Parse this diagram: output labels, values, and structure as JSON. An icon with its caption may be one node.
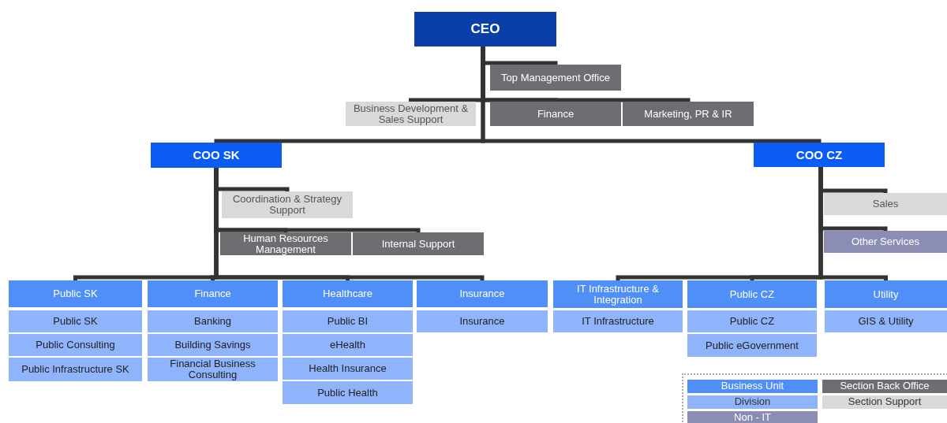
{
  "diagram": {
    "nodes": [
      {
        "text": [
          "CEO"
        ]
      },
      {
        "text": [
          "Top Management Office"
        ]
      },
      {
        "text": [
          "Business Development & Sales Support"
        ]
      },
      {
        "text": [
          "Finance"
        ]
      },
      {
        "text": [
          "Marketing, PR & IR"
        ]
      },
      {
        "text": [
          "COO SK"
        ]
      },
      {
        "text": [
          "COO CZ"
        ]
      },
      {
        "text": [
          "Coordination & Strategy Support"
        ]
      },
      {
        "text": [
          "Human Resources Management"
        ]
      },
      {
        "text": [
          "Internal Support"
        ]
      },
      {
        "text": [
          "Sales"
        ]
      },
      {
        "text": [
          "Other Services"
        ]
      },
      {
        "text": [
          "Public SK"
        ]
      },
      {
        "text": [
          "Public SK"
        ]
      },
      {
        "text": [
          "Public Consulting"
        ]
      },
      {
        "text": [
          "Public Infrastructure SK"
        ]
      },
      {
        "text": [
          "Finance"
        ]
      },
      {
        "text": [
          "Banking"
        ]
      },
      {
        "text": [
          "Building Savings"
        ]
      },
      {
        "text": [
          "Financial Business Consulting"
        ]
      },
      {
        "text": [
          "Healthcare"
        ]
      },
      {
        "text": [
          "Public BI"
        ]
      },
      {
        "text": [
          "eHealth"
        ]
      },
      {
        "text": [
          "Health Insurance"
        ]
      },
      {
        "text": [
          "Public Health"
        ]
      },
      {
        "text": [
          "Insurance"
        ]
      },
      {
        "text": [
          "Insurance"
        ]
      },
      {
        "text": [
          "IT Infrastructure & Integration"
        ]
      },
      {
        "text": [
          "IT Infrastructure"
        ]
      },
      {
        "text": [
          "Public CZ"
        ]
      },
      {
        "text": [
          "Public CZ"
        ]
      },
      {
        "text": [
          "Public eGovernment"
        ]
      },
      {
        "text": [
          "Utility"
        ]
      },
      {
        "text": [
          "GIS & Utility"
        ]
      }
    ],
    "edges": [
      {
        "from": 0,
        "to": 1,
        "arrow": "none"
      },
      {
        "from": 0,
        "to": 2,
        "arrow": "none"
      },
      {
        "from": 0,
        "to": 3,
        "arrow": "none"
      },
      {
        "from": 0,
        "to": 4,
        "arrow": "none"
      },
      {
        "from": 0,
        "to": 5,
        "arrow": "none"
      },
      {
        "from": 0,
        "to": 6,
        "arrow": "none"
      },
      {
        "from": 5,
        "to": 7,
        "arrow": "none"
      },
      {
        "from": 5,
        "to": 8,
        "arrow": "none"
      },
      {
        "from": 5,
        "to": 9,
        "arrow": "none"
      },
      {
        "from": 5,
        "to": 12,
        "arrow": "none"
      },
      {
        "from": 5,
        "to": 16,
        "arrow": "none"
      },
      {
        "from": 5,
        "to": 20,
        "arrow": "none"
      },
      {
        "from": 5,
        "to": 25,
        "arrow": "none"
      },
      {
        "from": 6,
        "to": 10,
        "arrow": "none"
      },
      {
        "from": 6,
        "to": 11,
        "arrow": "none"
      },
      {
        "from": 6,
        "to": 27,
        "arrow": "none"
      },
      {
        "from": 6,
        "to": 29,
        "arrow": "none"
      },
      {
        "from": 6,
        "to": 32,
        "arrow": "none"
      }
    ],
    "legend": [
      {
        "text": "Business Unit",
        "color": "#4f8ff7"
      },
      {
        "text": "Section Back Office",
        "color": "#6d6e71"
      },
      {
        "text": "Division",
        "color": "#8fb4fb"
      },
      {
        "text": "Section Support",
        "color": "#d9d9d9"
      },
      {
        "text": "Non - IT",
        "color": "#8b8db5"
      }
    ]
  }
}
